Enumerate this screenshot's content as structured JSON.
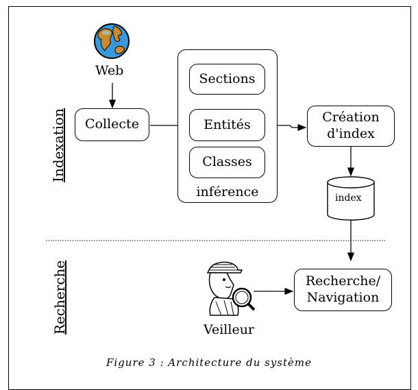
{
  "diagram": {
    "sections": {
      "indexation": "Indexation",
      "recherche": "Recherche"
    },
    "nodes": {
      "web": "Web",
      "collecte": "Collecte",
      "sections": "Sections",
      "entites": "Entités",
      "classes": "Classes",
      "inference": "inférence",
      "creation_index_line1": "Création",
      "creation_index_line2": "d'index",
      "index": "index",
      "recherche_line1": "Recherche/",
      "recherche_line2": "Navigation",
      "veilleur": "Veilleur"
    },
    "icons": {
      "web": "globe-icon",
      "veilleur": "detective-icon"
    }
  },
  "caption": "Figure 3 : Architecture du système"
}
